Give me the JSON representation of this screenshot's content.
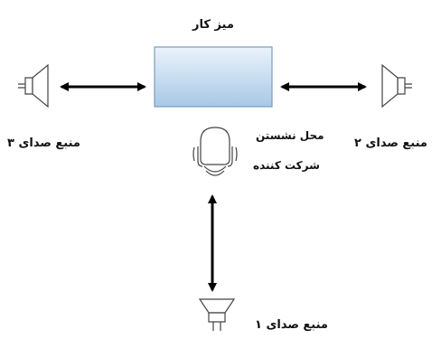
{
  "labels": {
    "desk": "میز کار",
    "speaker_1": "منبع صدای ۱",
    "speaker_2": "منبع صدای ۲",
    "speaker_3": "منبع صدای ۳",
    "seat_line1": "محل نشستن",
    "seat_line2": "شرکت کننده"
  },
  "icons": {
    "speaker": "loudspeaker-icon",
    "chair": "office-chair-icon",
    "arrow": "double-headed-arrow"
  },
  "colors": {
    "desk_top": "#eaf3fb",
    "desk_bottom": "#a9c8e6",
    "desk_border": "#7a9cbc",
    "line": "#000000",
    "outline": "#444444"
  }
}
